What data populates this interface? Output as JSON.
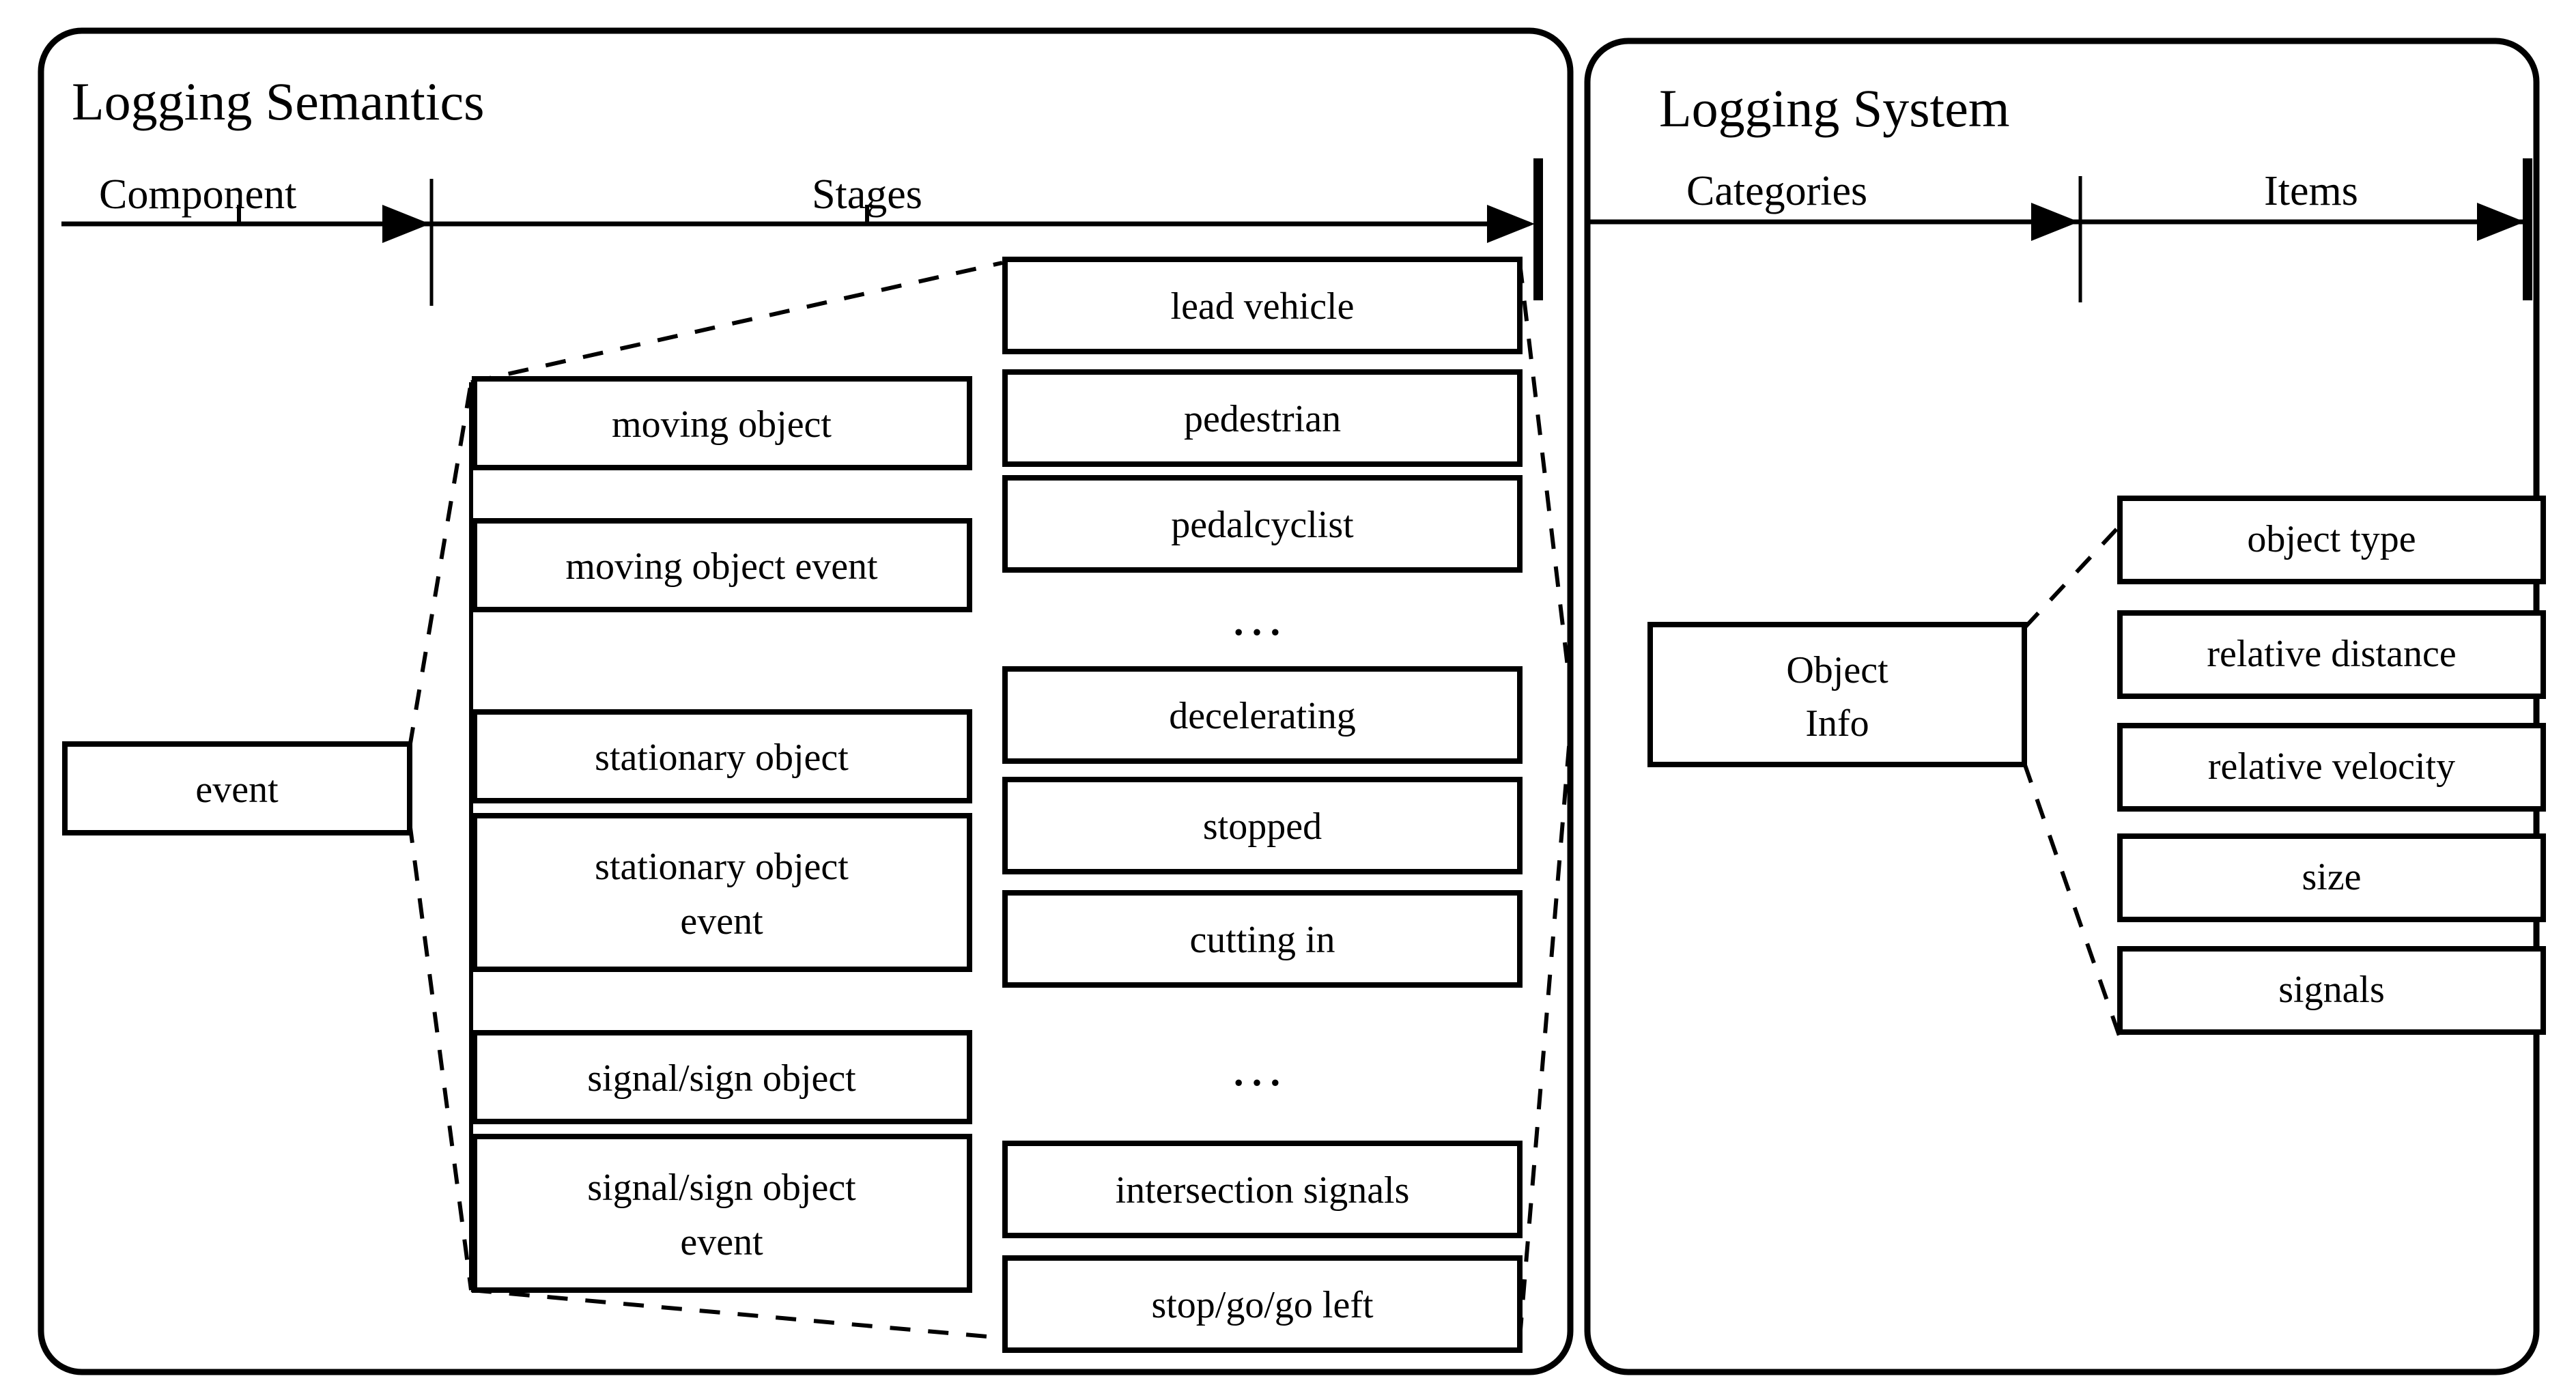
{
  "panels": [
    {
      "id": "logging-semantics",
      "title": "Logging Semantics",
      "axis": {
        "columns": [
          "Component",
          "Stages"
        ]
      },
      "component_nodes": [
        {
          "label": "event"
        }
      ],
      "stage_group_nodes": [
        {
          "label": "moving object"
        },
        {
          "label": "moving object event"
        },
        {
          "label": "stationary object"
        },
        {
          "label": "stationary object\nevent",
          "line1": "stationary object",
          "line2": "event"
        },
        {
          "label": "signal/sign object"
        },
        {
          "label": "signal/sign object\nevent",
          "line1": "signal/sign object",
          "line2": "event"
        }
      ],
      "stage_detail_nodes": [
        {
          "label": "lead vehicle"
        },
        {
          "label": "pedestrian"
        },
        {
          "label": "pedalcyclist"
        },
        {
          "label": "…",
          "is_ellipsis": true
        },
        {
          "label": "decelerating"
        },
        {
          "label": "stopped"
        },
        {
          "label": "cutting in"
        },
        {
          "label": "…",
          "is_ellipsis": true
        },
        {
          "label": "intersection signals"
        },
        {
          "label": "stop/go/go left"
        }
      ]
    },
    {
      "id": "logging-system",
      "title": "Logging System",
      "axis": {
        "columns": [
          "Categories",
          "Items"
        ]
      },
      "category_nodes": [
        {
          "label": "Object\nInfo",
          "line1": "Object",
          "line2": "Info"
        }
      ],
      "item_nodes": [
        {
          "label": "object type"
        },
        {
          "label": "relative distance"
        },
        {
          "label": "relative velocity"
        },
        {
          "label": "size"
        },
        {
          "label": "signals"
        }
      ]
    }
  ],
  "colors": {
    "stroke": "#000000",
    "fill": "#ffffff",
    "background": "#ffffff"
  }
}
